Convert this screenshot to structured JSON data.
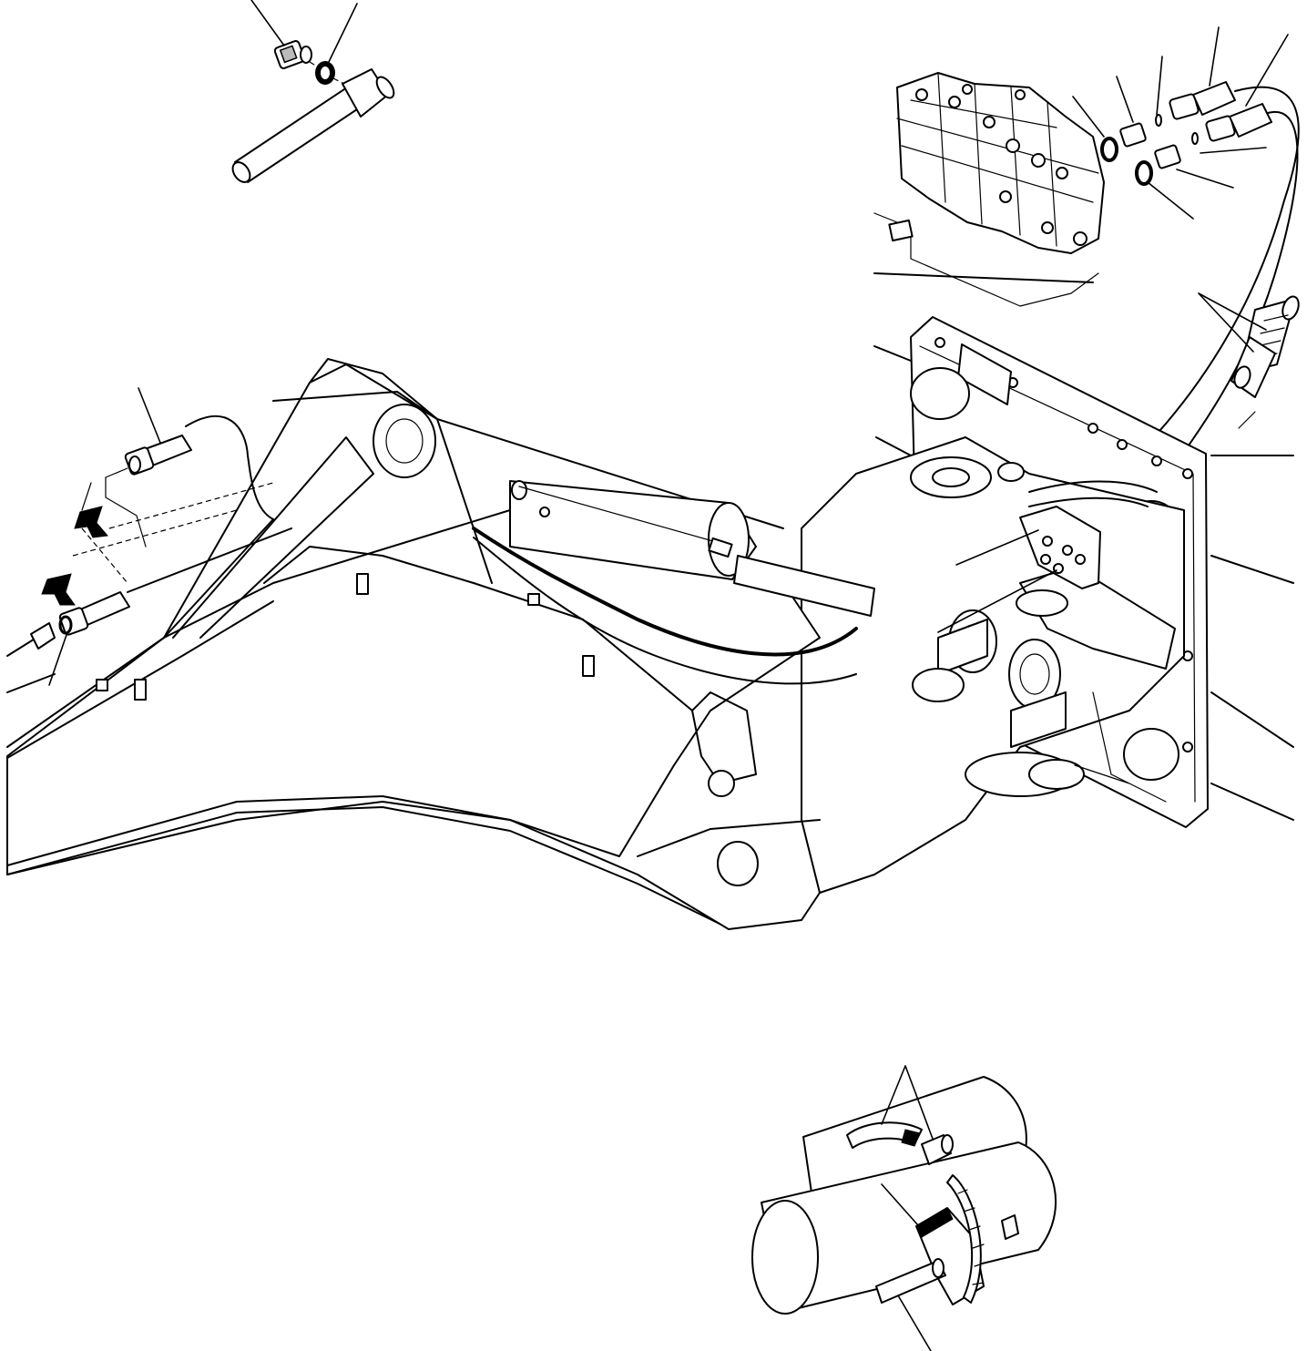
{
  "figure": {
    "kind": "exploded-assembly-line-drawing",
    "background": "#ffffff",
    "ink": "#000000",
    "printed_text": []
  },
  "views": [
    {
      "id": "fitting-detail",
      "parts": [
        "adapter-fitting",
        "o-ring",
        "boom-pipe"
      ]
    },
    {
      "id": "main-assembly",
      "parts": [
        "control-valve-block",
        "hose-pair",
        "hose-guards",
        "boom-arm",
        "swing-frame",
        "boom-pipe-fittings",
        "hose-routing-clamp",
        "push-direction-arrows"
      ]
    },
    {
      "id": "clamp-detail",
      "parts": [
        "clamp-bracket",
        "spacer",
        "clamp-strap",
        "bolt",
        "pipe-pair"
      ]
    }
  ],
  "callouts": {
    "leader_lines": 19,
    "arrows": 2,
    "labels_printed": false
  }
}
